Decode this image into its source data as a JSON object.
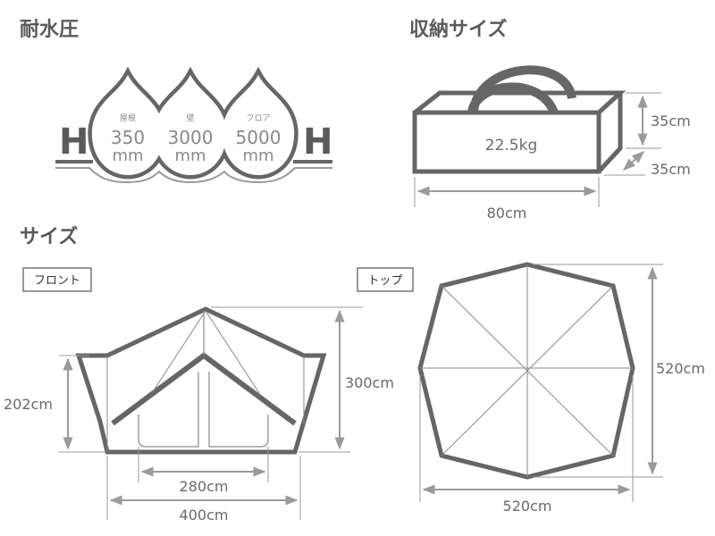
{
  "colors": {
    "outline": "#666666",
    "thin": "#8a8a8a",
    "dim_line": "#9a9a9a"
  },
  "water_pressure": {
    "title": "耐水圧",
    "h_left": "H",
    "h_right": "H",
    "drops": [
      {
        "part": "屋根",
        "value": "350",
        "unit": "mm"
      },
      {
        "part": "壁",
        "value": "3000",
        "unit": "mm"
      },
      {
        "part": "フロア",
        "value": "5000",
        "unit": "mm"
      }
    ]
  },
  "storage": {
    "title": "収納サイズ",
    "weight": "22.5kg",
    "height": "35cm",
    "depth": "35cm",
    "width": "80cm"
  },
  "size": {
    "title": "サイズ",
    "front": {
      "label": "フロント",
      "side_height": "202cm",
      "total_height": "300cm",
      "inner_width": "280cm",
      "total_width": "400cm"
    },
    "top": {
      "label": "トップ",
      "height": "520cm",
      "width": "520cm"
    }
  }
}
